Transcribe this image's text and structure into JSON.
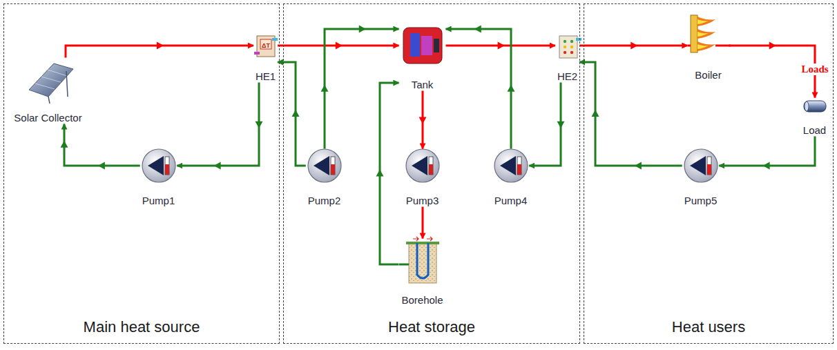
{
  "diagram": {
    "nodes": [
      {
        "text": [
          "Main heat source"
        ]
      },
      {
        "text": [
          "Solar Collector"
        ],
        "in": 0
      },
      {
        "text": [
          "HE1"
        ],
        "in": 0
      },
      {
        "text": [
          "Pump1"
        ],
        "in": 0
      },
      {
        "text": [
          "Heat storage"
        ]
      },
      {
        "text": [
          "Tank"
        ],
        "in": 4
      },
      {
        "text": [
          "HE2"
        ],
        "in": 4
      },
      {
        "text": [
          "Pump2"
        ],
        "in": 4
      },
      {
        "text": [
          "Pump3"
        ],
        "in": 4
      },
      {
        "text": [
          "Pump4"
        ],
        "in": 4
      },
      {
        "text": [
          "Borehole"
        ],
        "in": 4
      },
      {
        "text": [
          "Heat users"
        ]
      },
      {
        "text": [
          "Boiler"
        ],
        "in": 11
      },
      {
        "text": [
          "Load"
        ],
        "in": 11
      },
      {
        "text": [
          "Pump5"
        ],
        "in": 11
      }
    ],
    "edges": [
      {
        "from": 1,
        "to": 2,
        "arrow": "to"
      },
      {
        "from": 2,
        "to": 5,
        "arrow": "to"
      },
      {
        "from": 5,
        "to": 6,
        "arrow": "to"
      },
      {
        "from": 6,
        "to": 12,
        "arrow": "to"
      },
      {
        "from": 12,
        "to": 13,
        "arrow": "to"
      },
      {
        "from": 2,
        "to": 3,
        "arrow": "to"
      },
      {
        "from": 3,
        "to": 1,
        "arrow": "to"
      },
      {
        "from": 7,
        "to": 2,
        "arrow": "to"
      },
      {
        "from": 7,
        "to": 5,
        "arrow": "to"
      },
      {
        "from": 5,
        "to": 8,
        "arrow": "to"
      },
      {
        "from": 8,
        "to": 10,
        "arrow": "to"
      },
      {
        "from": 10,
        "to": 5,
        "arrow": "to"
      },
      {
        "from": 9,
        "to": 5,
        "arrow": "to"
      },
      {
        "from": 6,
        "to": 9,
        "arrow": "to"
      },
      {
        "from": 13,
        "to": 14,
        "arrow": "to"
      },
      {
        "from": 14,
        "to": 6,
        "arrow": "to"
      }
    ],
    "labels": [
      "ΔT",
      "Loads"
    ]
  }
}
